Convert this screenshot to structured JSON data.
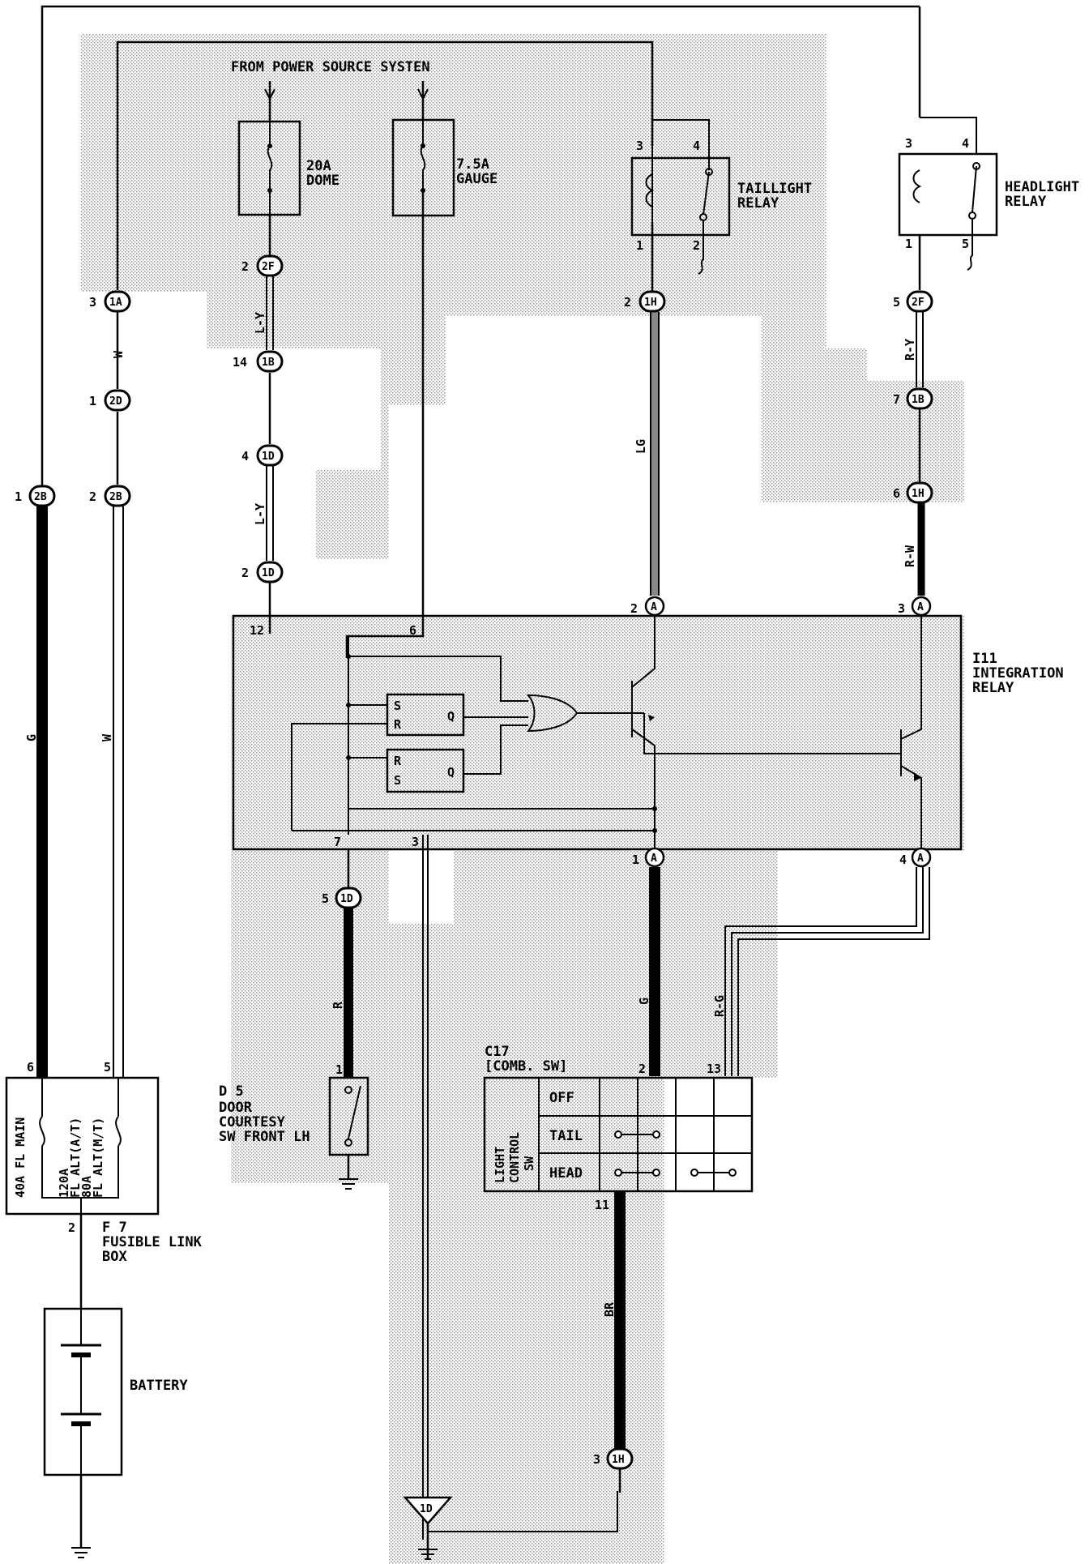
{
  "source": "FROM POWER SOURCE SYSTEN",
  "fuses": {
    "dome": {
      "rating": "20A",
      "name": "DOME"
    },
    "gauge": {
      "rating": "7.5A",
      "name": "GAUGE"
    }
  },
  "relays": {
    "taillight": {
      "line1": "TAILLIGHT",
      "line2": "RELAY",
      "pins": [
        "3",
        "4",
        "1",
        "2"
      ]
    },
    "headlight": {
      "line1": "HEADLIGHT",
      "line2": "RELAY",
      "pins": [
        "3",
        "4",
        "1",
        "5"
      ]
    }
  },
  "connectors": {
    "c_3_1A": {
      "pin": "3",
      "id": "1A"
    },
    "c_1_2D": {
      "pin": "1",
      "id": "2D"
    },
    "c_1_2B": {
      "pin": "1",
      "id": "2B"
    },
    "c_2_2B": {
      "pin": "2",
      "id": "2B"
    },
    "c_2_2F": {
      "pin": "2",
      "id": "2F"
    },
    "c_14_1B": {
      "pin": "14",
      "id": "1B"
    },
    "c_4_1D": {
      "pin": "4",
      "id": "1D"
    },
    "c_2_1D": {
      "pin": "2",
      "id": "1D"
    },
    "c_2_1H": {
      "pin": "2",
      "id": "1H"
    },
    "c_5_2F": {
      "pin": "5",
      "id": "2F"
    },
    "c_7_1B": {
      "pin": "7",
      "id": "1B"
    },
    "c_6_1H": {
      "pin": "6",
      "id": "1H"
    },
    "c_5_1D": {
      "pin": "5",
      "id": "1D"
    },
    "c_3_1H": {
      "pin": "3",
      "id": "1H"
    },
    "ground_1D": {
      "id": "1D"
    }
  },
  "wires": {
    "w_W1": "W",
    "w_LY1": "L-Y",
    "w_LY2": "L-Y",
    "w_LG": "LG",
    "w_RY": "R-Y",
    "w_RW": "R-W",
    "w_G1": "G",
    "w_W2": "W",
    "w_R": "R",
    "w_G2": "G",
    "w_RG": "R-G",
    "w_BR": "BR"
  },
  "integration_relay": {
    "id": "I11",
    "line1": "INTEGRATION",
    "line2": "RELAY",
    "pins": {
      "p12": "12",
      "p6": "6",
      "p2": "2",
      "p3": "3",
      "p7": "7",
      "p3b": "3",
      "p1": "1",
      "p4": "4"
    },
    "terminal": "A",
    "ff1": {
      "s": "S",
      "r": "R",
      "q": "Q"
    },
    "ff2": {
      "r": "R",
      "s": "S",
      "q": "Q"
    }
  },
  "fusible_link": {
    "id": "F 7",
    "line1": "FUSIBLE LINK",
    "line2": "BOX",
    "main": "40A FL MAIN",
    "alt1": "120A",
    "alt2": "FL ALT(A/T)",
    "alt3": "80A",
    "alt4": "FL ALT(M/T)",
    "pins": {
      "p6": "6",
      "p5": "5",
      "p2": "2"
    }
  },
  "battery": {
    "label": "BATTERY"
  },
  "door_switch": {
    "id": "D 5",
    "line1": "DOOR",
    "line2": "COURTESY",
    "line3": "SW FRONT LH",
    "pin": "1"
  },
  "comb_switch": {
    "id": "C17",
    "name": "[COMB. SW]",
    "side_label": [
      "LIGHT",
      "CONTROL",
      "SW"
    ],
    "positions": [
      "OFF",
      "TAIL",
      "HEAD"
    ],
    "pins": {
      "p2": "2",
      "p13": "13",
      "p11": "11"
    }
  }
}
